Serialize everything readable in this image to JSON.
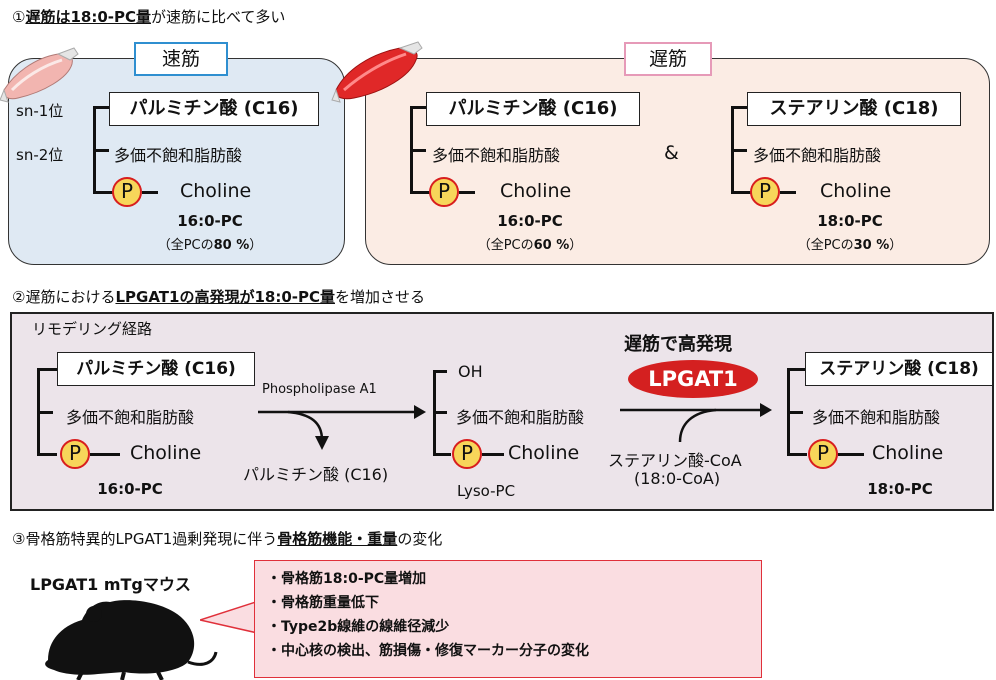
{
  "section1": {
    "heading_num": "①",
    "heading_u": "遅筋は18:0-PC量",
    "heading_mid": "が速筋に比べて多い",
    "fast_tag": "速筋",
    "slow_tag": "遅筋",
    "sn1": "sn-1位",
    "sn2": "sn-2位",
    "fast": {
      "fa": "パルミチン酸 (C16)",
      "pufa": "多価不飽和脂肪酸",
      "p": "P",
      "choline": "Choline",
      "pc": "16:0-PC",
      "pct_pre": "（全PCの",
      "pct_val": "80 %",
      "pct_post": "）"
    },
    "slow1": {
      "fa": "パルミチン酸 (C16)",
      "pufa": "多価不飽和脂肪酸",
      "p": "P",
      "choline": "Choline",
      "pc": "16:0-PC",
      "pct_pre": "（全PCの",
      "pct_val": "60 %",
      "pct_post": "）"
    },
    "amp": "&",
    "slow2": {
      "fa": "ステアリン酸 (C18)",
      "pufa": "多価不飽和脂肪酸",
      "p": "P",
      "choline": "Choline",
      "pc": "18:0-PC",
      "pct_pre": "（全PCの",
      "pct_val": "30 %",
      "pct_post": "）"
    }
  },
  "section2": {
    "heading_num": "②",
    "heading_pre": "遅筋における",
    "heading_u": "LPGAT1の高発現が18:0-PC量",
    "heading_post": "を増加させる",
    "route": "リモデリング経路",
    "left": {
      "fa": "パルミチン酸 (C16)",
      "pufa": "多価不飽和脂肪酸",
      "p": "P",
      "choline": "Choline",
      "pc": "16:0-PC"
    },
    "enzyme": "Phospholipase  A1",
    "released": "パルミチン酸 (C16)",
    "lyso": {
      "oh": "OH",
      "pufa": "多価不飽和脂肪酸",
      "p": "P",
      "choline": "Choline",
      "name": "Lyso-PC"
    },
    "high_expr": "遅筋で高発現",
    "lpgat1": "LPGAT1",
    "coa1": "ステアリン酸-CoA",
    "coa2": "(18:0-CoA)",
    "right": {
      "fa": "ステアリン酸 (C18)",
      "pufa": "多価不飽和脂肪酸",
      "p": "P",
      "choline": "Choline",
      "pc": "18:0-PC"
    }
  },
  "section3": {
    "heading_num": "③",
    "heading_pre": "骨格筋特異的LPGAT1過剰発現に伴う",
    "heading_u": "骨格筋機能・重量",
    "heading_post": "の変化",
    "mouse_label": "LPGAT1 mTgマウス",
    "bullets": [
      "・骨格筋18:0-PC量増加",
      "・骨格筋重量低下",
      "・Type2b線維の線維径減少",
      "・中心核の検出、筋損傷・修復マーカー分子の変化"
    ]
  },
  "colors": {
    "fast_bg": "#dfe9f3",
    "slow_bg": "#fbece4",
    "fast_tag_border": "#2f8fd0",
    "slow_tag_border": "#e69ab8",
    "sec2_bg": "#ece4ea",
    "lpgat1_red": "#d42020",
    "p_fill": "#f7d65a",
    "p_ring": "#d81e1e",
    "bullet_bg": "#fadde1",
    "bullet_border": "#e0303a"
  }
}
